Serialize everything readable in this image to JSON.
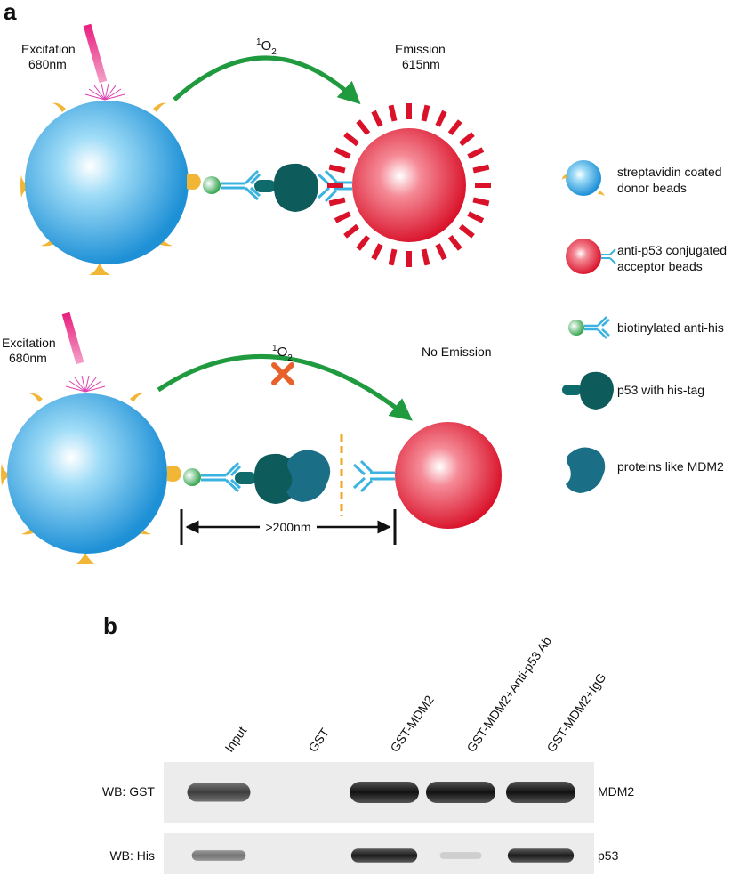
{
  "panel_a": {
    "label": "a",
    "top": {
      "excitation_line1": "Excitation",
      "excitation_line2": "680nm",
      "singlet_oxygen_sup": "1",
      "singlet_oxygen_base": "O",
      "singlet_oxygen_sub": "2",
      "emission_line1": "Emission",
      "emission_line2": "615nm"
    },
    "bottom": {
      "excitation_line1": "Excitation",
      "excitation_line2": "680nm",
      "singlet_oxygen_sup": "1",
      "singlet_oxygen_base": "O",
      "singlet_oxygen_sub": "2",
      "no_emission": "No Emission",
      "distance": ">200nm"
    },
    "legend": [
      {
        "line1": "streptavidin coated",
        "line2": "donor beads",
        "icon": "donor-bead-icon"
      },
      {
        "line1": "anti-p53 conjugated",
        "line2": "acceptor beads",
        "icon": "acceptor-bead-icon"
      },
      {
        "line1": "biotinylated anti-his",
        "line2": "",
        "icon": "biotinylated-antibody-icon"
      },
      {
        "line1": "p53 with his-tag",
        "line2": "",
        "icon": "p53-protein-icon"
      },
      {
        "line1": "proteins like MDM2",
        "line2": "",
        "icon": "mdm2-protein-icon"
      }
    ],
    "colors": {
      "donor_bead": "#3aa6e0",
      "acceptor_bead": "#e0192e",
      "streptavidin": "#f2b636",
      "antibody": "#3bb3e0",
      "p53": "#0e5b5b",
      "mdm2": "#1a6f86",
      "arrow": "#1f9a3e",
      "block_x": "#e8602a",
      "laser": "#e82c8c"
    }
  },
  "panel_b": {
    "label": "b",
    "lanes": [
      "Input",
      "GST",
      "GST-MDM2",
      "GST-MDM2+Anti-p53 Ab",
      "GST-MDM2+IgG"
    ],
    "blots": [
      {
        "left_label": "WB: GST",
        "right_label": "MDM2",
        "intensity": [
          0.8,
          0.0,
          1.0,
          1.0,
          1.0
        ]
      },
      {
        "left_label": "WB: His",
        "right_label": "p53",
        "intensity": [
          0.55,
          0.0,
          0.95,
          0.15,
          0.95
        ]
      }
    ]
  }
}
